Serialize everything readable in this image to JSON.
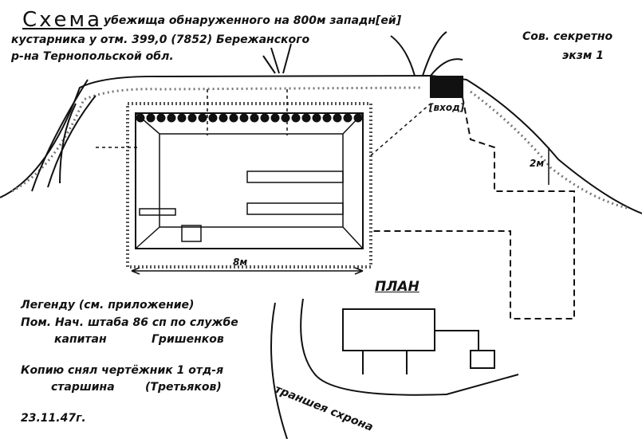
{
  "header": {
    "title": "Схема",
    "line1": "убежища обнаруженного на 800м западн[ей]",
    "line2": "кустарника у отм. 399,0 (7852) Бережанского",
    "line3": "р-на Тернопольской обл."
  },
  "classification": {
    "secret": "Сов. секретно",
    "copy": "экзм 1"
  },
  "labels": {
    "entrance": "[вход]",
    "depth": "2м",
    "length": "8м",
    "plan": "ПЛАН",
    "trench": "траншея схрона"
  },
  "footer": {
    "legend": "Легенду (см. приложение)",
    "officer_line": "Пом. Нач. штаба 86 сп по службе",
    "rank1": "капитан",
    "name1": "Гришенков",
    "copy_line": "Копию снял чертёжник 1 отд-я",
    "rank2": "старшина",
    "name2": "(Третьяков)",
    "date": "23.11.47г."
  }
}
